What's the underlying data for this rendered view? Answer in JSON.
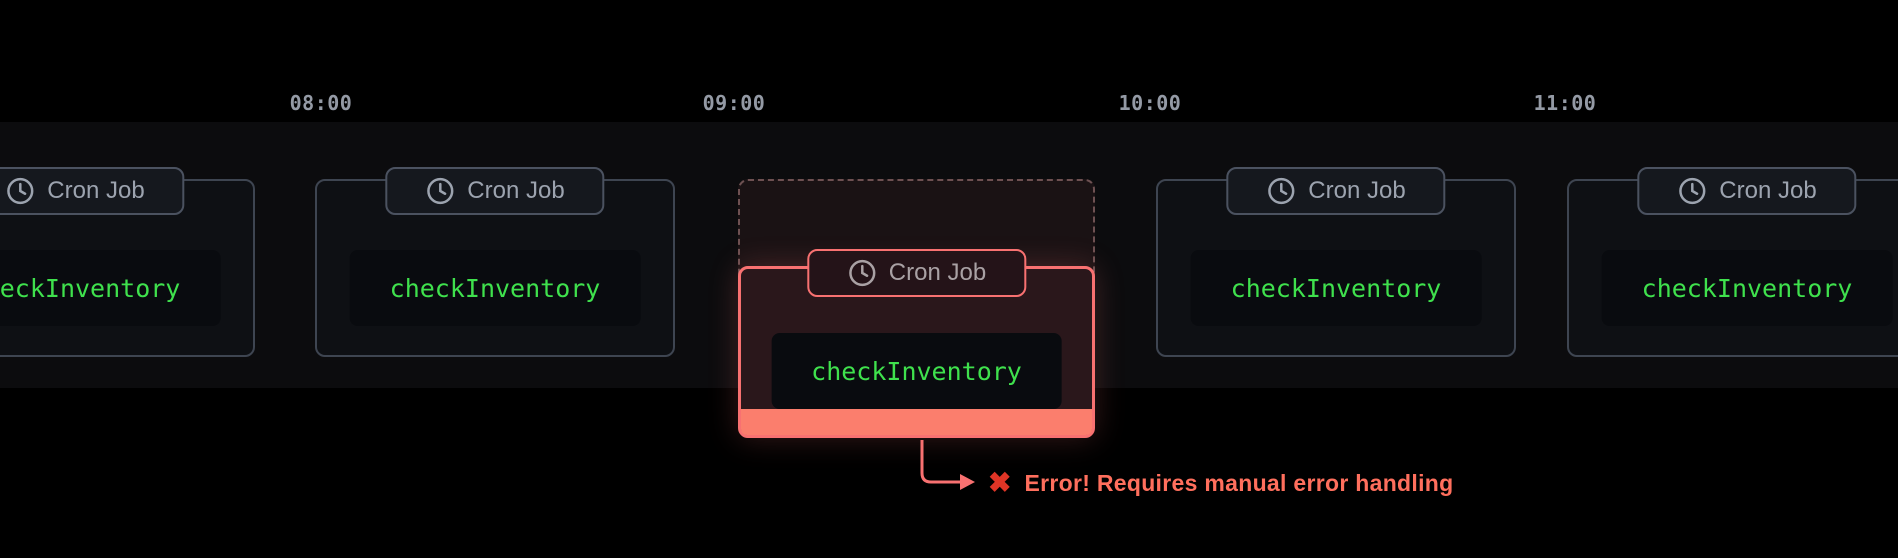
{
  "palette": {
    "background": "#000000",
    "band_background": "#0c0c0e",
    "card_border": "#3e4551",
    "badge_text": "#9ca3af",
    "code_green": "#3fe14d",
    "time_label": "#949aa5",
    "error_red": "#f87171",
    "error_fill_salmon": "#fb7e6d",
    "error_text": "#ff6f5d"
  },
  "timeline": {
    "times": [
      "08:00",
      "09:00",
      "10:00",
      "11:00"
    ]
  },
  "cards": [
    {
      "badge_label": "Cron Job",
      "code": "checkInventory",
      "state": "normal"
    },
    {
      "badge_label": "Cron Job",
      "code": "checkInventory",
      "state": "normal"
    },
    {
      "badge_label": "Cron Job",
      "code": "checkInventory",
      "state": "error"
    },
    {
      "badge_label": "Cron Job",
      "code": "checkInventory",
      "state": "normal"
    },
    {
      "badge_label": "Cron Job",
      "code": "checkInventory",
      "state": "normal"
    }
  ],
  "error_callout": {
    "icon": "✖",
    "label": "Error! Requires manual error handling"
  }
}
